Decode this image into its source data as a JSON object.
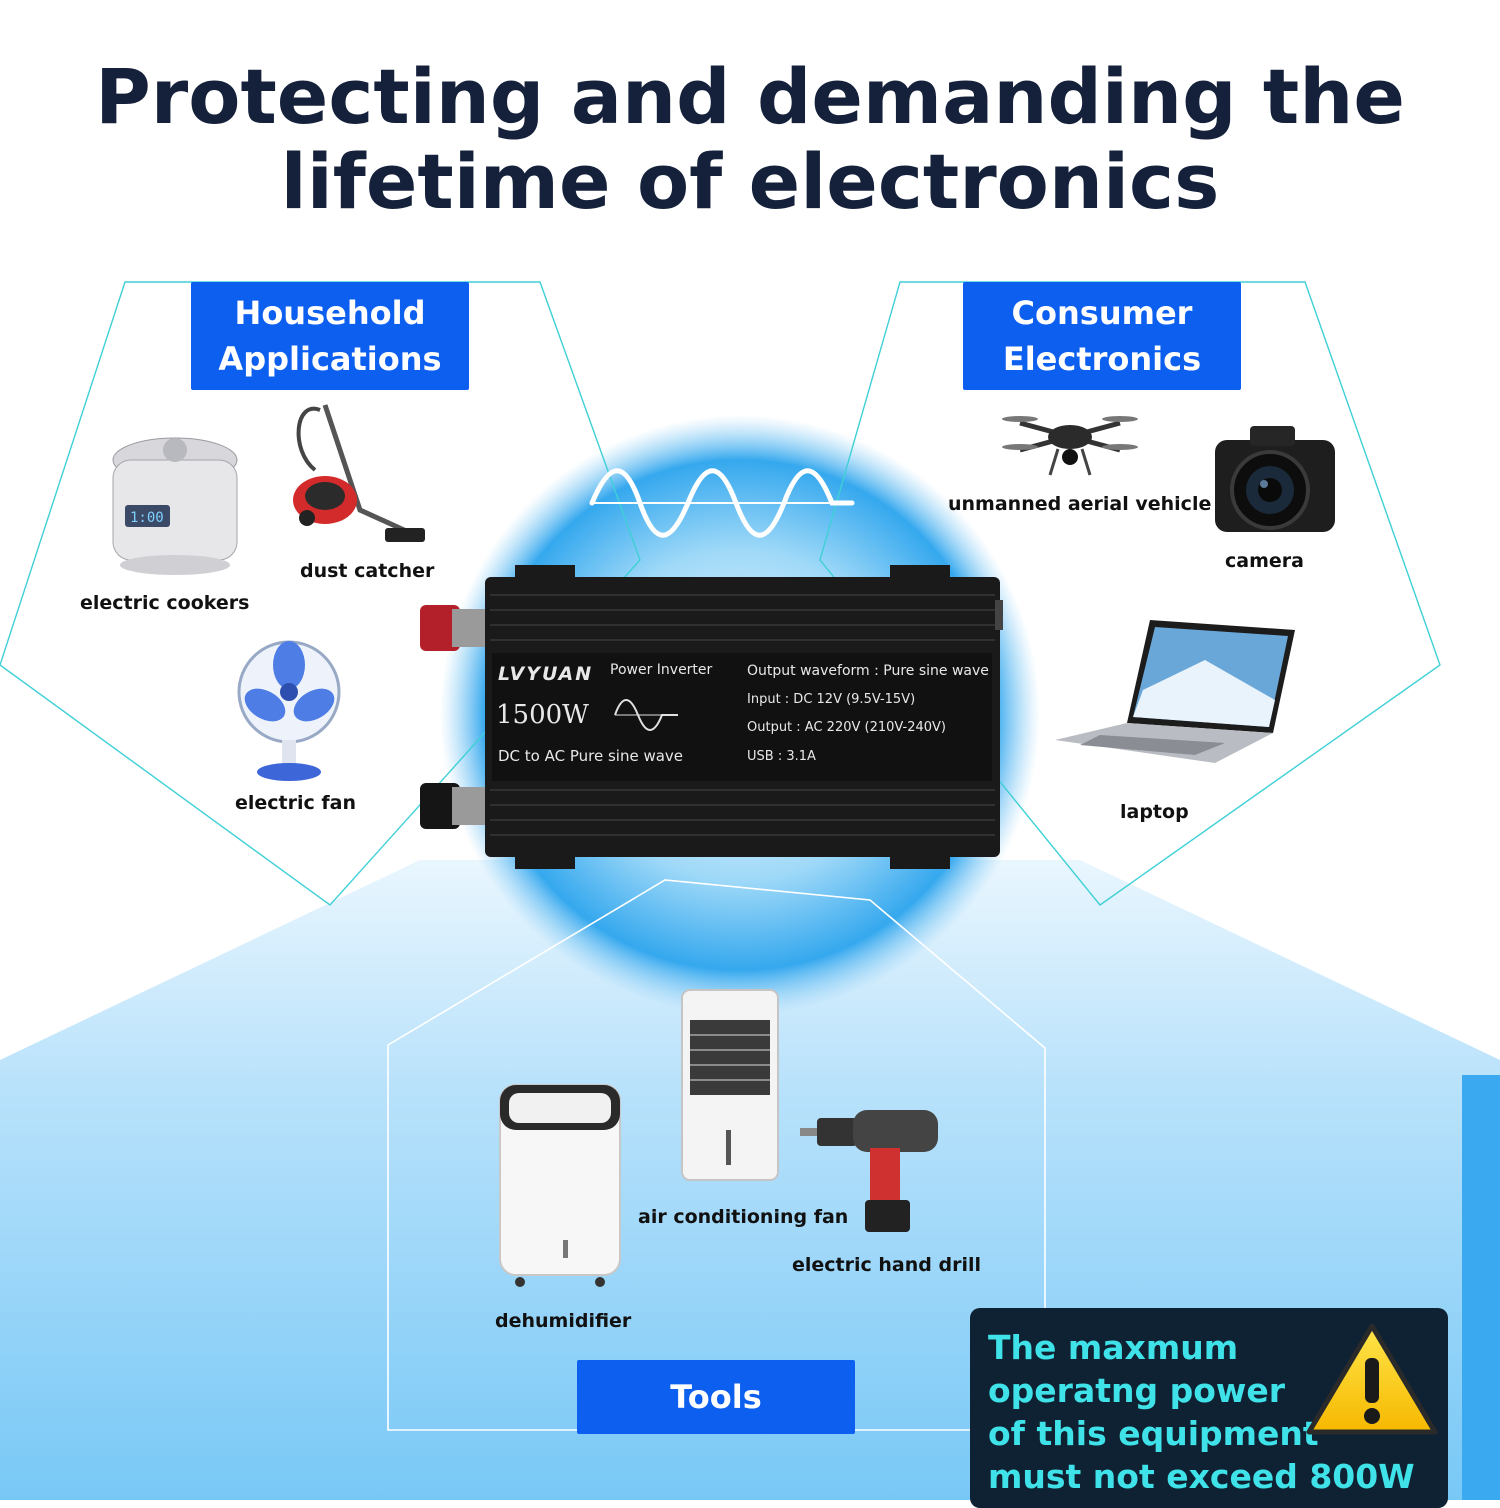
{
  "headline": {
    "line1": "Protecting and demanding the",
    "line2": "lifetime of electronics"
  },
  "categories": {
    "household": {
      "title_line1": "Household",
      "title_line2": "Applications",
      "items": [
        "electric cookers",
        "dust catcher",
        "electric fan"
      ]
    },
    "consumer": {
      "title_line1": "Consumer",
      "title_line2": "Electronics",
      "items": [
        "unmanned aerial vehicle",
        "camera",
        "laptop"
      ]
    },
    "tools": {
      "title": "Tools",
      "items": [
        "dehumidifier",
        "air conditioning fan",
        "electric hand drill"
      ]
    }
  },
  "inverter": {
    "brand": "LVYUAN",
    "product": "Power Inverter",
    "power": "1500W",
    "subtitle": "DC to AC Pure sine wave",
    "specs": [
      "Output waveform : Pure sine wave",
      "Input : DC 12V (9.5V-15V)",
      "Output : AC 220V (210V-240V)",
      "USB : 3.1A"
    ]
  },
  "warning": {
    "lines": [
      "The maxmum",
      "operatng power",
      "of this equipment",
      "must not exceed 800W"
    ]
  },
  "colors": {
    "badge": "#0d5ff0",
    "headline": "#15213a",
    "warning_text": "#3fe2e8",
    "warning_bg": "#0f2233",
    "outline": "#3fd0d6"
  },
  "icons": [
    "rice-cooker-icon",
    "vacuum-icon",
    "fan-icon",
    "drone-icon",
    "camera-icon",
    "laptop-icon",
    "dehumidifier-icon",
    "air-cooler-icon",
    "drill-icon",
    "warning-triangle-icon",
    "sine-wave-icon"
  ]
}
